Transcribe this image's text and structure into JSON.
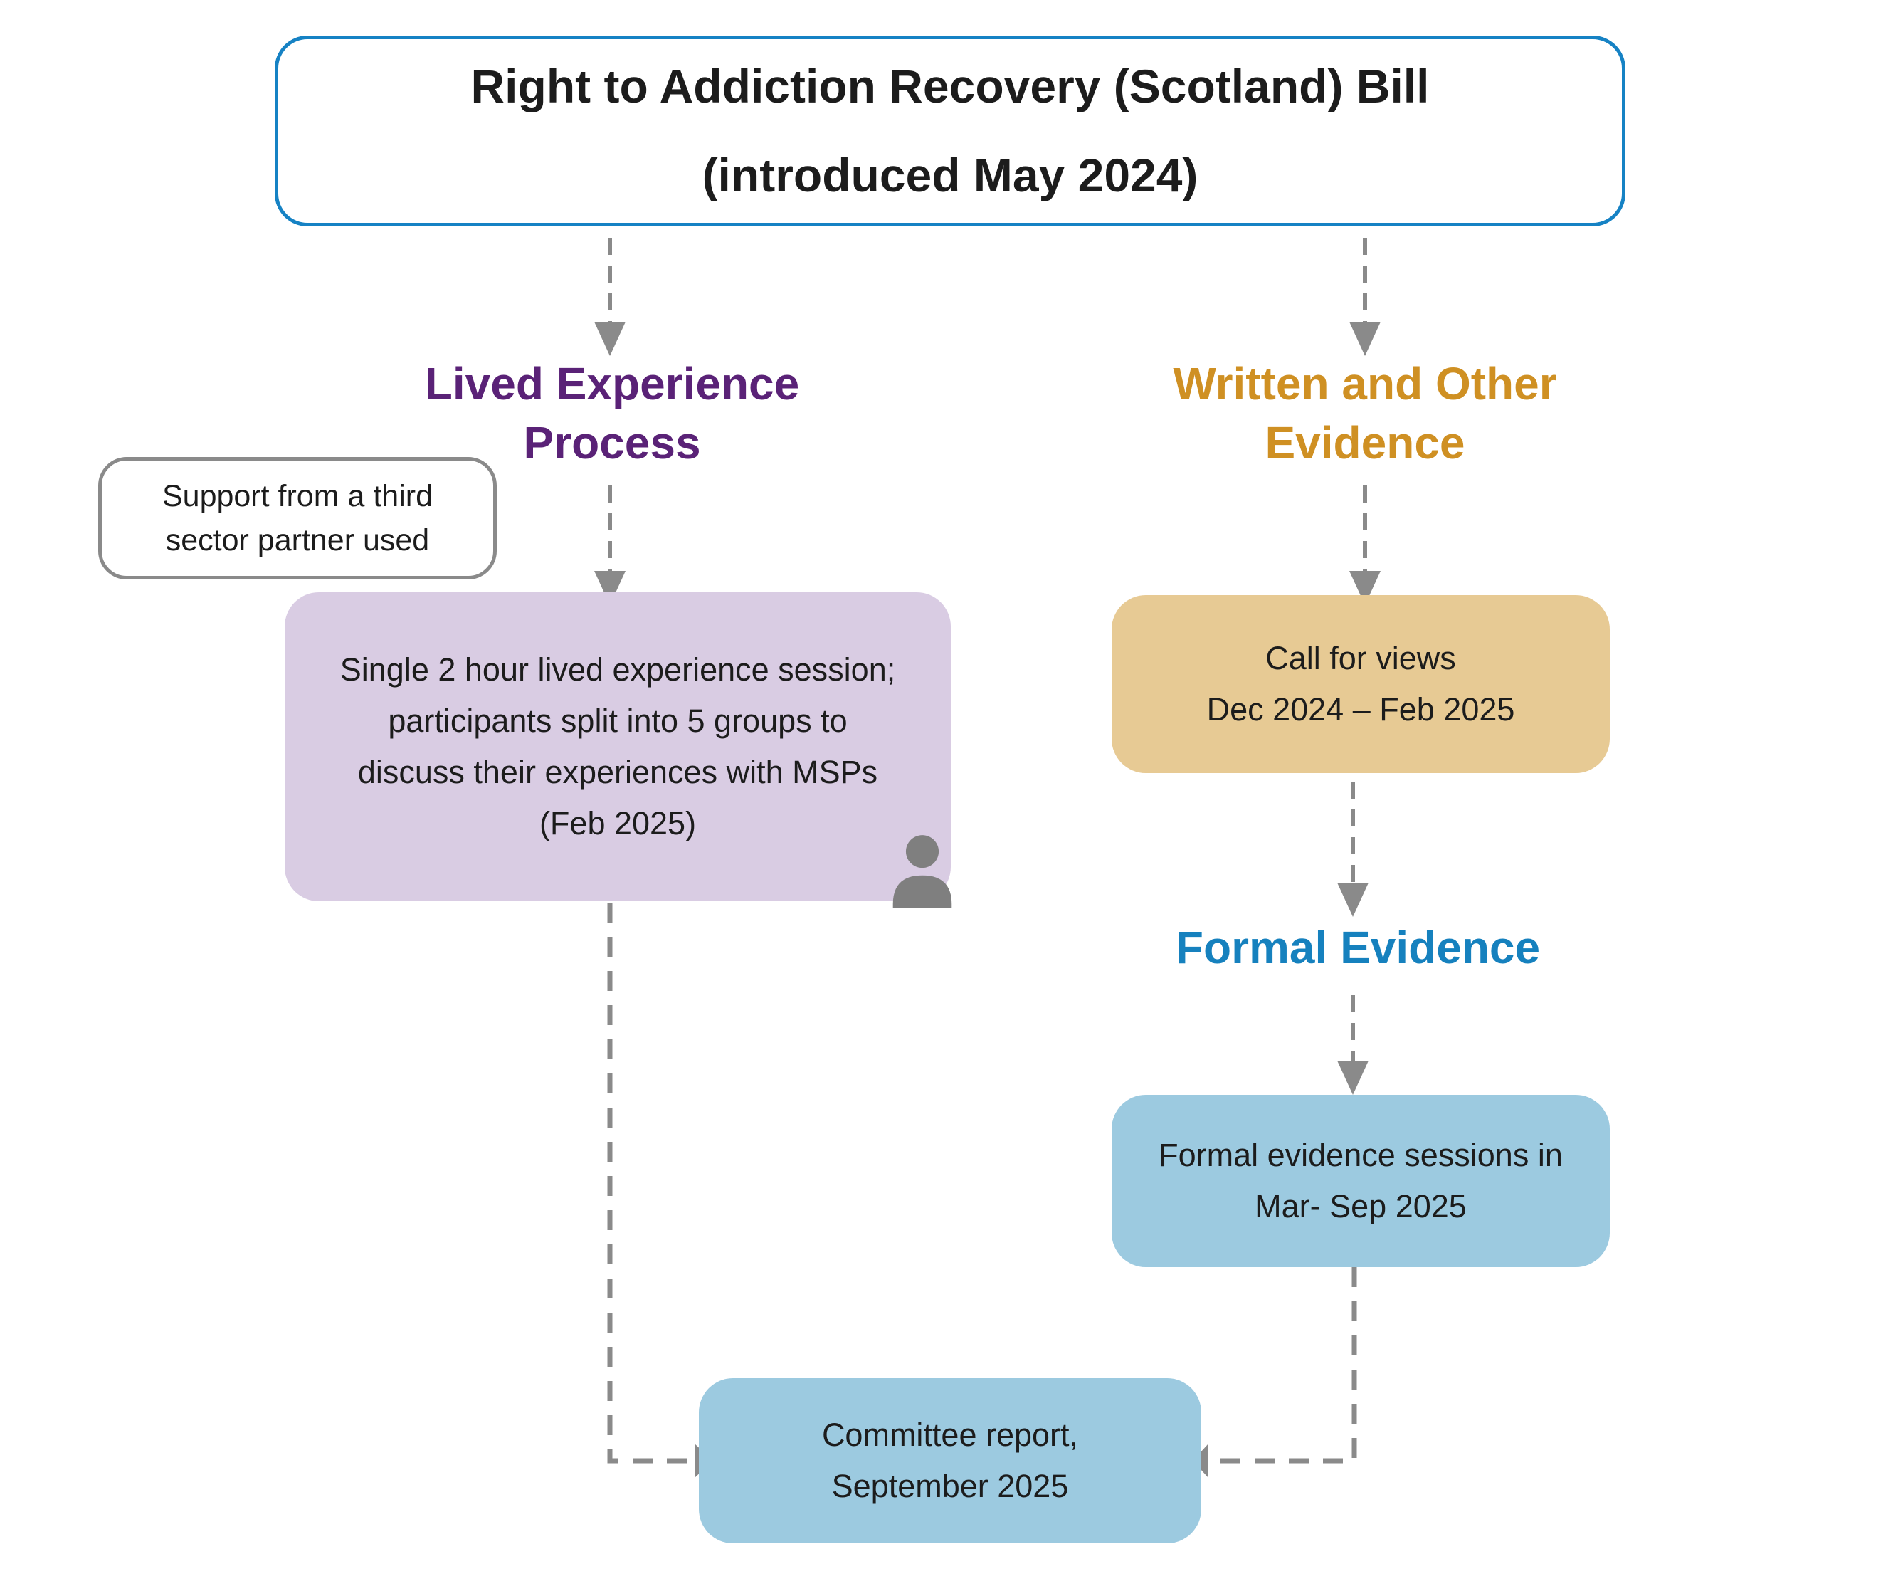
{
  "diagram": {
    "connector_color": "#8a8a8a",
    "title": {
      "line1": "Right to Addiction Recovery (Scotland) Bill",
      "line2": "(introduced May 2024)",
      "border_color": "#1682c4"
    },
    "left_branch": {
      "heading": {
        "line1": "Lived Experience",
        "line2": "Process",
        "color": "#5a2277"
      },
      "callout": {
        "line1": "Support from a third",
        "line2": "sector partner used",
        "border_color": "#8a8a8a"
      },
      "session_box": {
        "line1": "Single 2 hour lived experience session;",
        "line2": "participants split into 5 groups to",
        "line3": "discuss their experiences with MSPs",
        "line4": "(Feb 2025)",
        "fill": "#d9cce3",
        "person_icon_color": "#7f7f7f"
      }
    },
    "right_branch": {
      "heading": {
        "line1": "Written and Other",
        "line2": "Evidence",
        "color": "#cf9023"
      },
      "call_for_views_box": {
        "line1": "Call for views",
        "line2": "Dec 2024 – Feb 2025",
        "fill": "#e7ca94"
      },
      "formal_heading": {
        "text": "Formal Evidence",
        "color": "#1681be"
      },
      "formal_sessions_box": {
        "line1": "Formal evidence sessions in",
        "line2": "Mar- Sep 2025",
        "fill": "#9ccae0"
      }
    },
    "committee_box": {
      "line1": "Committee report,",
      "line2": "September 2025",
      "fill": "#9ccae0"
    }
  }
}
